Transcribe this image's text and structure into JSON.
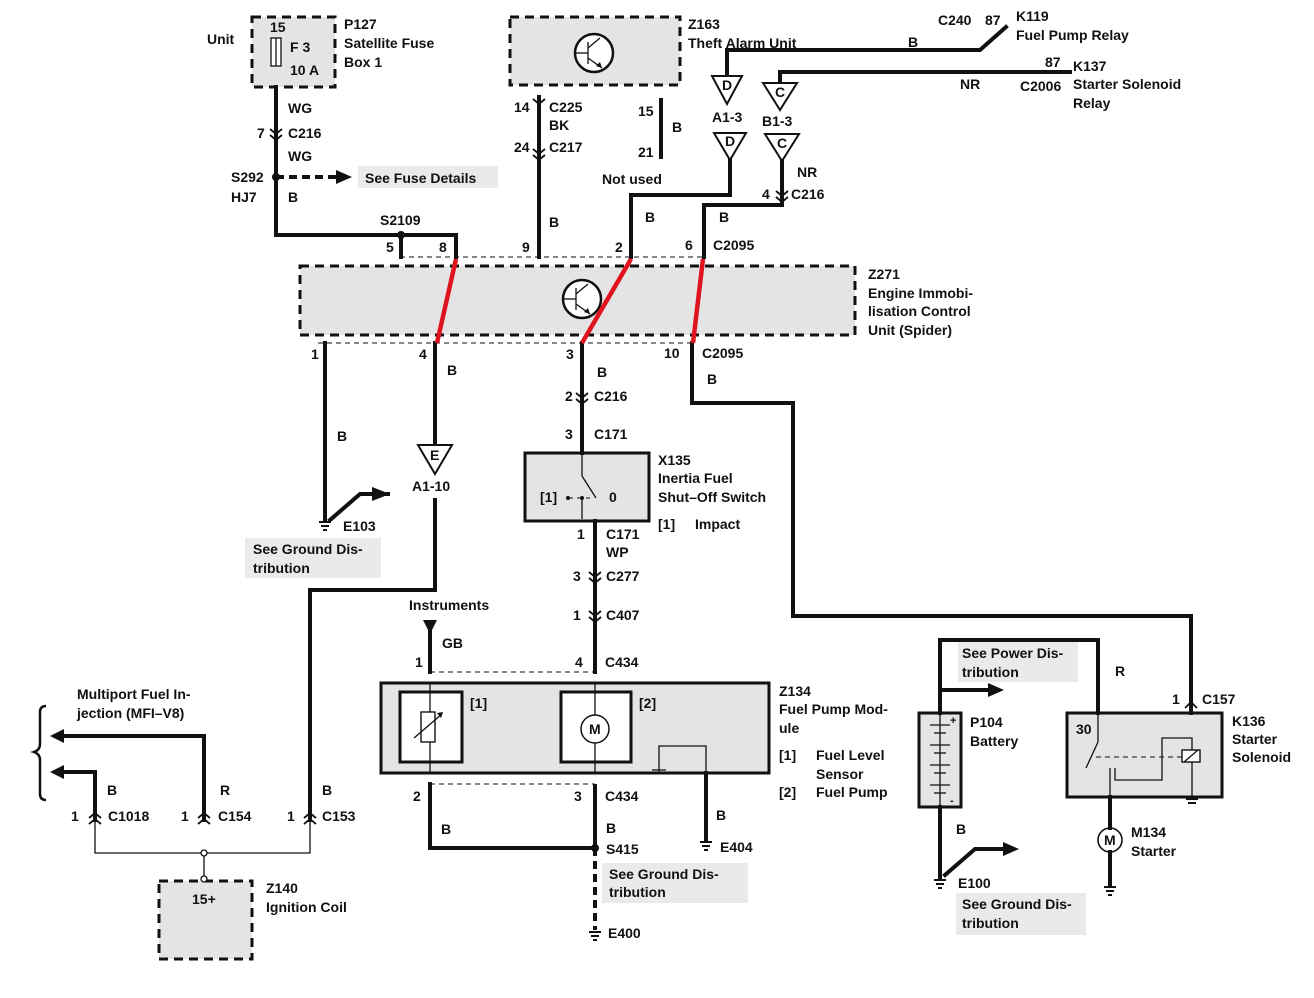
{
  "components": {
    "p127": {
      "id": "P127",
      "name1": "Satellite Fuse",
      "name2": "Box 1",
      "unit": "Unit",
      "pin": "15",
      "fuse": "F 3",
      "rating": "10 A"
    },
    "z163": {
      "id": "Z163",
      "name": "Theft Alarm Unit"
    },
    "k119": {
      "id": "K119",
      "name": "Fuel Pump Relay",
      "pin": "87",
      "connector": "C240"
    },
    "k137": {
      "id": "K137",
      "name1": "Starter Solenoid",
      "name2": "Relay",
      "pin": "87",
      "connector": "C2006"
    },
    "z271": {
      "id": "Z271",
      "name1": "Engine Immobi-",
      "name2": "lisation Control",
      "name3": "Unit (Spider)"
    },
    "x135": {
      "id": "X135",
      "name1": "Inertia Fuel",
      "name2": "Shut–Off Switch",
      "ref": "[1]",
      "ref_text": "Impact",
      "pos_label": "[1]",
      "pos_zero": "0"
    },
    "z134": {
      "id": "Z134",
      "name1": "Fuel Pump Mod-",
      "name2": "ule",
      "ref1": "[1]",
      "ref1_a": "Fuel Level",
      "ref1_b": "Sensor",
      "ref2": "[2]",
      "ref2_a": "Fuel Pump",
      "motor": "M"
    },
    "p104": {
      "id": "P104",
      "name": "Battery",
      "plus": "+",
      "minus": "-"
    },
    "k136": {
      "id": "K136",
      "name1": "Starter",
      "name2": "Solenoid",
      "pin": "30"
    },
    "m134": {
      "id": "M134",
      "name": "Starter",
      "motor": "M"
    },
    "z140": {
      "id": "Z140",
      "name": "Ignition Coil",
      "pin": "15+"
    },
    "mfi": {
      "line1": "Multiport Fuel In-",
      "line2": "jection (MFI–V8)"
    }
  },
  "labels": {
    "pin7": "7",
    "c216_top": "C216",
    "wg1": "WG",
    "wg2": "WG",
    "s292": "S292",
    "hj7": "HJ7",
    "b_s292": "B",
    "see_fuse": "See Fuse Details",
    "s2109": "S2109",
    "pin5": "5",
    "pin8": "8",
    "pin14": "14",
    "c225": "C225",
    "bk": "BK",
    "pin24": "24",
    "c217": "C217",
    "b_c217": "B",
    "pin9": "9",
    "pin15": "15",
    "pin21": "21",
    "b_unused": "B",
    "not_used": "Not used",
    "b_k119": "B",
    "nr_k137": "NR",
    "a13_top": "A1-3",
    "b13_top": "B1-3",
    "tri_d": "D",
    "tri_c": "C",
    "nr_c216": "NR",
    "pin4_c216": "4",
    "c216_mid": "C216",
    "b_pin2": "B",
    "pin2": "2",
    "b_pin6": "B",
    "pin6": "6",
    "c2095_top": "C2095",
    "pin1_bot": "1",
    "pin4_bot": "4",
    "b_pin4": "B",
    "pin3_bot": "3",
    "b_pin3": "B",
    "pin10": "10",
    "c2095_bot": "C2095",
    "b_pin10": "B",
    "pin2_c216": "2",
    "c216_low": "C216",
    "pin3_c171": "3",
    "c171_top": "C171",
    "b_e103": "B",
    "tri_e": "E",
    "a110": "A1-10",
    "e103": "E103",
    "see_gnd1_a": "See Ground Dis-",
    "see_gnd1_b": "tribution",
    "pin1_c171": "1",
    "c171_bot": "C171",
    "wp": "WP",
    "pin3_c277": "3",
    "c277": "C277",
    "pin1_c407": "1",
    "c407": "C407",
    "instruments": "Instruments",
    "gb": "GB",
    "pin1_c434": "1",
    "pin4_c434": "4",
    "c434_top": "C434",
    "pin2_c434": "2",
    "pin3_c434": "3",
    "c434_bot": "C434",
    "b_left": "B",
    "b_mid": "B",
    "b_e404": "B",
    "s415": "S415",
    "e404": "E404",
    "see_gnd2_a": "See Ground Dis-",
    "see_gnd2_b": "tribution",
    "e400": "E400",
    "see_pwr_a": "See Power Dis-",
    "see_pwr_b": "tribution",
    "r_k136": "R",
    "pin1_c157": "1",
    "c157": "C157",
    "b_e100": "B",
    "e100": "E100",
    "see_gnd3_a": "See Ground Dis-",
    "see_gnd3_b": "tribution",
    "b_c1018": "B",
    "r_c154": "R",
    "b_c153": "B",
    "pin1_c1018": "1",
    "c1018": "C1018",
    "pin1_c154": "1",
    "c154": "C154",
    "pin1_c153": "1",
    "c153": "C153"
  },
  "colors": {
    "wire": "#111111",
    "highlight": "#e0141e",
    "box_fill": "#e4e4e4",
    "note_fill": "#eaeaea"
  },
  "icons": [
    "transistor-icon",
    "fuse-icon",
    "switch-icon",
    "motor-icon",
    "sensor-icon",
    "battery-icon",
    "relay-coil-icon",
    "ground-icon"
  ]
}
